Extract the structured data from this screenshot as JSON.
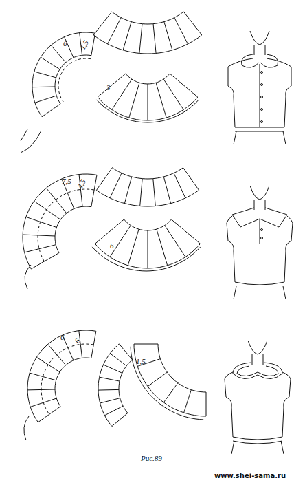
{
  "diagram": {
    "caption": "Рис.89",
    "labels": [
      "6",
      "1,5",
      "3",
      "7,5",
      "4,5",
      "6",
      "6",
      "6",
      "1,5",
      "www.shei-sama.ru"
    ]
  }
}
